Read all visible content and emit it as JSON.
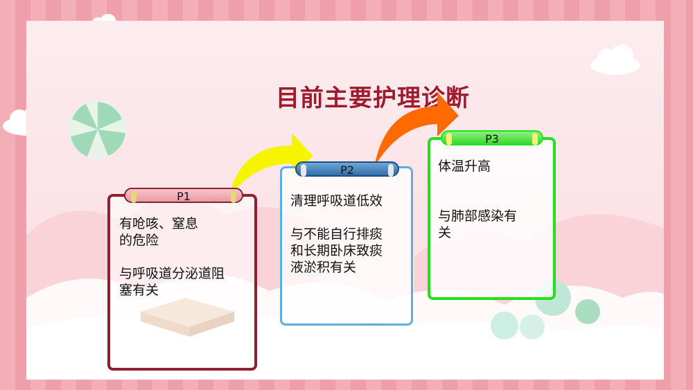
{
  "title": "目前主要护理诊断",
  "cards": [
    {
      "tab": "P1",
      "text": "    有呛咳、窒息\n的危险\n\n与呼吸道分泌道阻\n塞有关",
      "color": "#8e1f2f"
    },
    {
      "tab": "P2",
      "text": "清理呼吸道低效\n\n与不能自行排痰\n和长期卧床致痰\n液淤积有关",
      "color": "#5aaee0"
    },
    {
      "tab": "P3",
      "text": "体温升高\n\n\n与肺部感染有\n关",
      "color": "#22e01a"
    }
  ],
  "arrows": [
    {
      "name": "yellow-arrow",
      "color": "#f5f500"
    },
    {
      "name": "orange-arrow",
      "color": "#ff6a00"
    }
  ]
}
